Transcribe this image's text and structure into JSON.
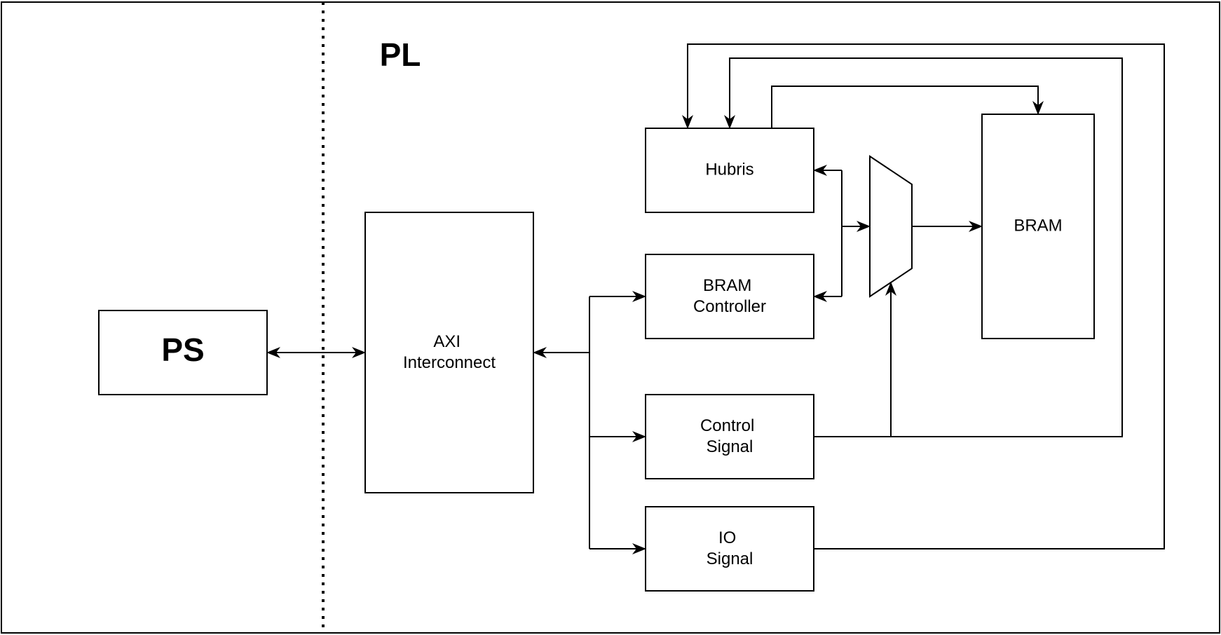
{
  "diagram": {
    "regions": {
      "ps": "PS",
      "pl": "PL"
    },
    "blocks": {
      "axi": [
        "AXI",
        "Interconnect"
      ],
      "hubris": [
        "Hubris"
      ],
      "bram_controller": [
        "BRAM",
        "Controller"
      ],
      "control_signal": [
        "Control",
        "Signal"
      ],
      "io_signal": [
        "IO",
        "Signal"
      ],
      "bram": [
        "BRAM"
      ]
    }
  }
}
